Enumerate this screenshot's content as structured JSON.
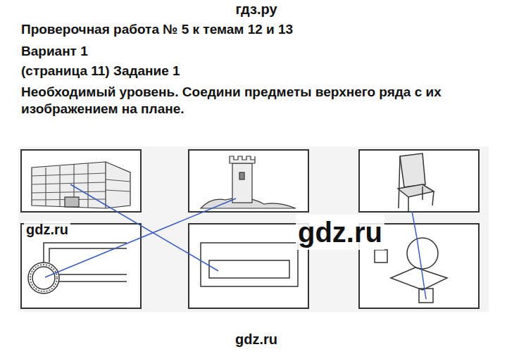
{
  "diagram": {
    "title": "Проверочная работа № 5 к темам 12 и 13",
    "labels": [
      "гдз.ру",
      "Вариант 1",
      "(страница 11) Задание 1",
      "Необходимый уровень. Соедини предметы верхнего ряда с их изображением на плане.",
      "gdz.ru",
      "gdz.ru",
      "gdz.ru"
    ]
  }
}
